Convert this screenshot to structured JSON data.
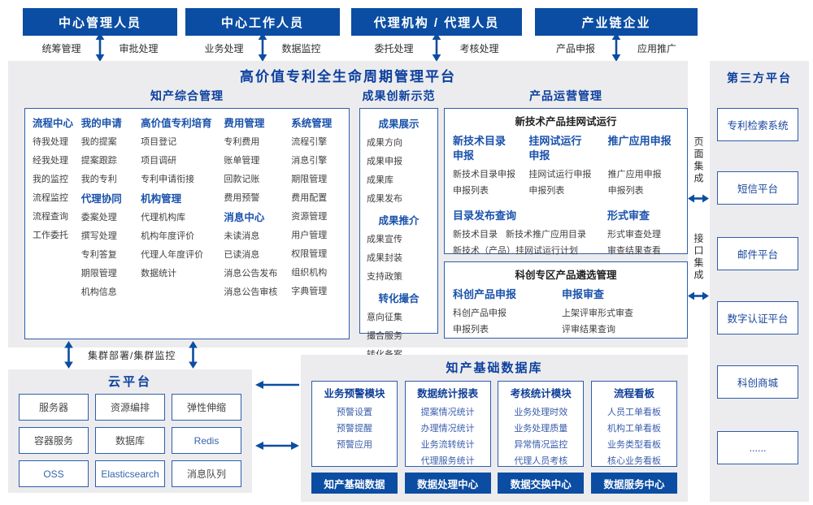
{
  "colors": {
    "primary": "#0b4da2",
    "border": "#2e5dac",
    "panel_bg": "#ececee",
    "title_blue": "#0c3f9e"
  },
  "actors": [
    {
      "title": "中心管理人员",
      "left": "统筹管理",
      "right": "审批处理"
    },
    {
      "title": "中心工作人员",
      "left": "业务处理",
      "right": "数据监控"
    },
    {
      "title": "代理机构 / 代理人员",
      "left": "委托处理",
      "right": "考核处理"
    },
    {
      "title": "产业链企业",
      "left": "产品申报",
      "right": "应用推广"
    }
  ],
  "platform": {
    "title": "高价值专利全生命周期管理平台",
    "ip": {
      "title": "知产综合管理",
      "groups": {
        "process": {
          "h": "流程中心",
          "items": [
            "待我处理",
            "经我处理",
            "我的监控",
            "流程监控",
            "流程查询",
            "工作委托"
          ]
        },
        "myapp": {
          "h": "我的申请",
          "items": [
            "我的提案",
            "提案跟踪",
            "我的专利"
          ]
        },
        "agency_collab": {
          "h": "代理协同",
          "items": [
            "委案处理",
            "撰写处理",
            "专利答复",
            "期限管理",
            "机构信息"
          ]
        },
        "cultivation": {
          "h": "高价值专利培育",
          "items": [
            "项目登记",
            "项目调研",
            "专利申请衔接"
          ]
        },
        "org_mgmt": {
          "h": "机构管理",
          "items": [
            "代理机构库",
            "机构年度评价",
            "代理人年度评价",
            "数据统计"
          ]
        },
        "fee": {
          "h": "费用管理",
          "items": [
            "专利费用",
            "账单管理",
            "回款记账",
            "费用预警"
          ]
        },
        "message": {
          "h": "消息中心",
          "items": [
            "未读消息",
            "已读消息",
            "消息公告发布",
            "消息公告审核"
          ]
        },
        "system": {
          "h": "系统管理",
          "items": [
            "流程引擎",
            "消息引擎",
            "期限管理",
            "费用配置",
            "资源管理",
            "用户管理",
            "权限管理",
            "组织机构",
            "字典管理"
          ]
        }
      }
    },
    "achv": {
      "title": "成果创新示范",
      "groups": {
        "display": {
          "h": "成果展示",
          "items": [
            "成果方向",
            "成果申报",
            "成果库",
            "成果发布"
          ]
        },
        "promote": {
          "h": "成果推介",
          "items": [
            "成果宣传",
            "成果封装",
            "支持政策"
          ]
        },
        "match": {
          "h": "转化撮合",
          "items": [
            "意向征集",
            "撮合服务",
            "转化备案"
          ]
        }
      }
    },
    "product": {
      "title": "产品运营管理",
      "trial": {
        "title": "新技术产品挂网试运行",
        "groups": {
          "catalog_apply": {
            "h": "新技术目录申报",
            "items": [
              "新技术目录申报",
              "申报列表"
            ]
          },
          "trial_apply": {
            "h": "挂网试运行申报",
            "items": [
              "挂网试运行申报",
              "申报列表"
            ]
          },
          "promo_apply": {
            "h": "推广应用申报",
            "items": [
              "推广应用申报",
              "申报列表"
            ]
          },
          "catalog_query": {
            "h": "目录发布查询",
            "items": [
              "新技术目录",
              "新技术推广应用目录",
              "新技术（产品）挂网试运行计划"
            ]
          },
          "formal_review": {
            "h": "形式审查",
            "items": [
              "形式审查处理",
              "审查结果查看"
            ]
          }
        }
      },
      "sci": {
        "title": "科创专区产品遴选管理",
        "groups": {
          "sci_apply": {
            "h": "科创产品申报",
            "items": [
              "科创产品申报",
              "申报列表"
            ]
          },
          "apply_review": {
            "h": "申报审查",
            "items": [
              "上架评审形式审查",
              "评审结果查询"
            ]
          }
        }
      }
    }
  },
  "cluster_label": "集群部署/集群监控",
  "cloud": {
    "title": "云平台",
    "items": [
      "服务器",
      "资源编排",
      "弹性伸缩",
      "容器服务",
      "数据库",
      "Redis",
      "OSS",
      "Elasticsearch",
      "消息队列"
    ]
  },
  "db": {
    "title": "知产基础数据库",
    "modules": [
      {
        "h": "业务预警模块",
        "items": [
          "预警设置",
          "预警提醒",
          "预警应用"
        ]
      },
      {
        "h": "数据统计报表",
        "items": [
          "提案情况统计",
          "办理情况统计",
          "业务流转统计",
          "代理服务统计"
        ]
      },
      {
        "h": "考核统计模块",
        "items": [
          "业务处理时效",
          "业务处理质量",
          "异常情况监控",
          "代理人员考核"
        ]
      },
      {
        "h": "流程看板",
        "items": [
          "人员工单看板",
          "机构工单看板",
          "业务类型看板",
          "核心业务看板"
        ]
      }
    ],
    "bars": [
      "知产基础数据",
      "数据处理中心",
      "数据交换中心",
      "数据服务中心"
    ]
  },
  "third_party": {
    "title": "第三方平台",
    "items": [
      "专利检索系统",
      "短信平台",
      "邮件平台",
      "数字认证平台",
      "科创商城",
      "......"
    ]
  },
  "integration": {
    "page": "页面集成",
    "api": "接口集成"
  }
}
